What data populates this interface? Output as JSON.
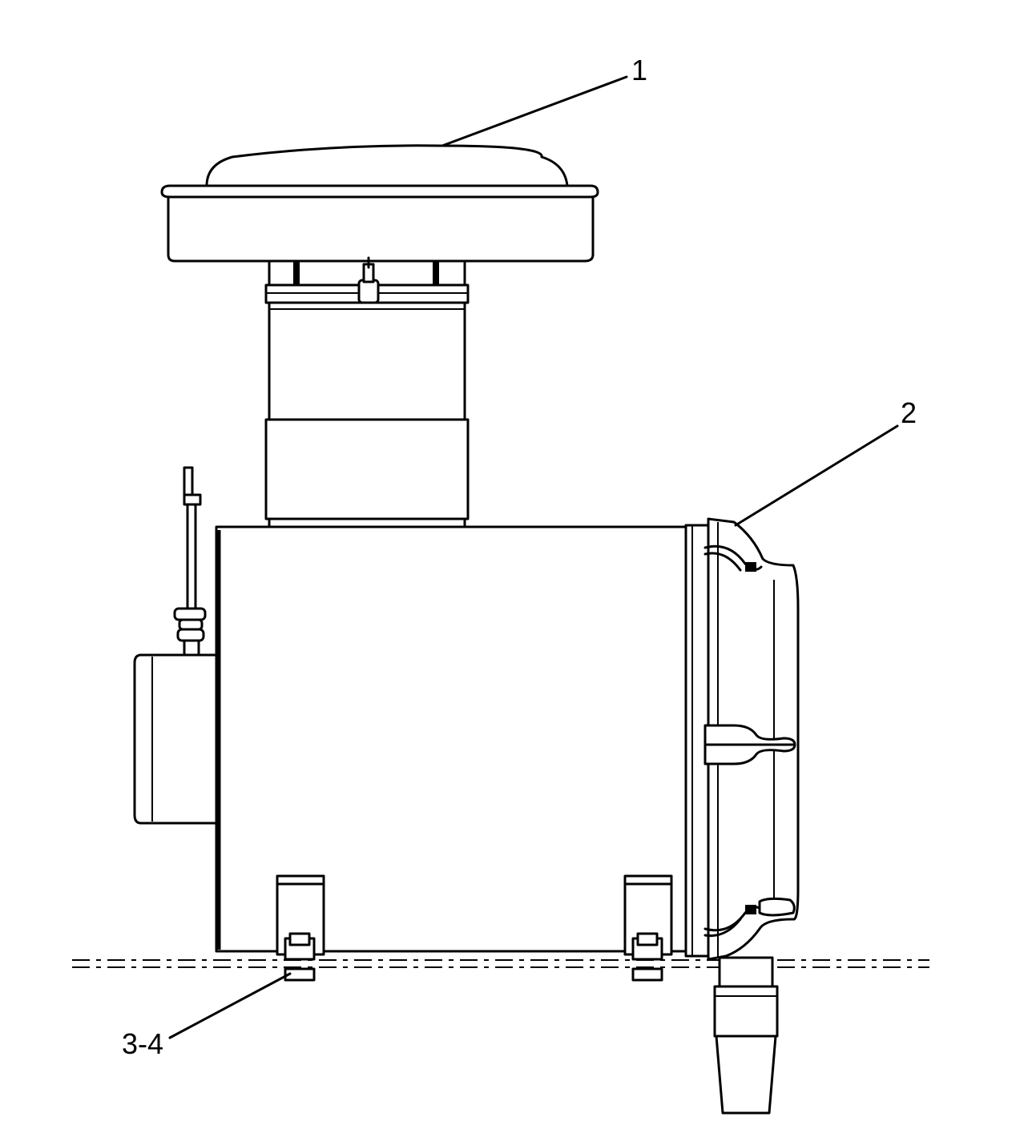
{
  "callouts": [
    {
      "id": "1",
      "label": "1"
    },
    {
      "id": "2",
      "label": "2"
    },
    {
      "id": "3-4",
      "label": "3-4"
    }
  ]
}
